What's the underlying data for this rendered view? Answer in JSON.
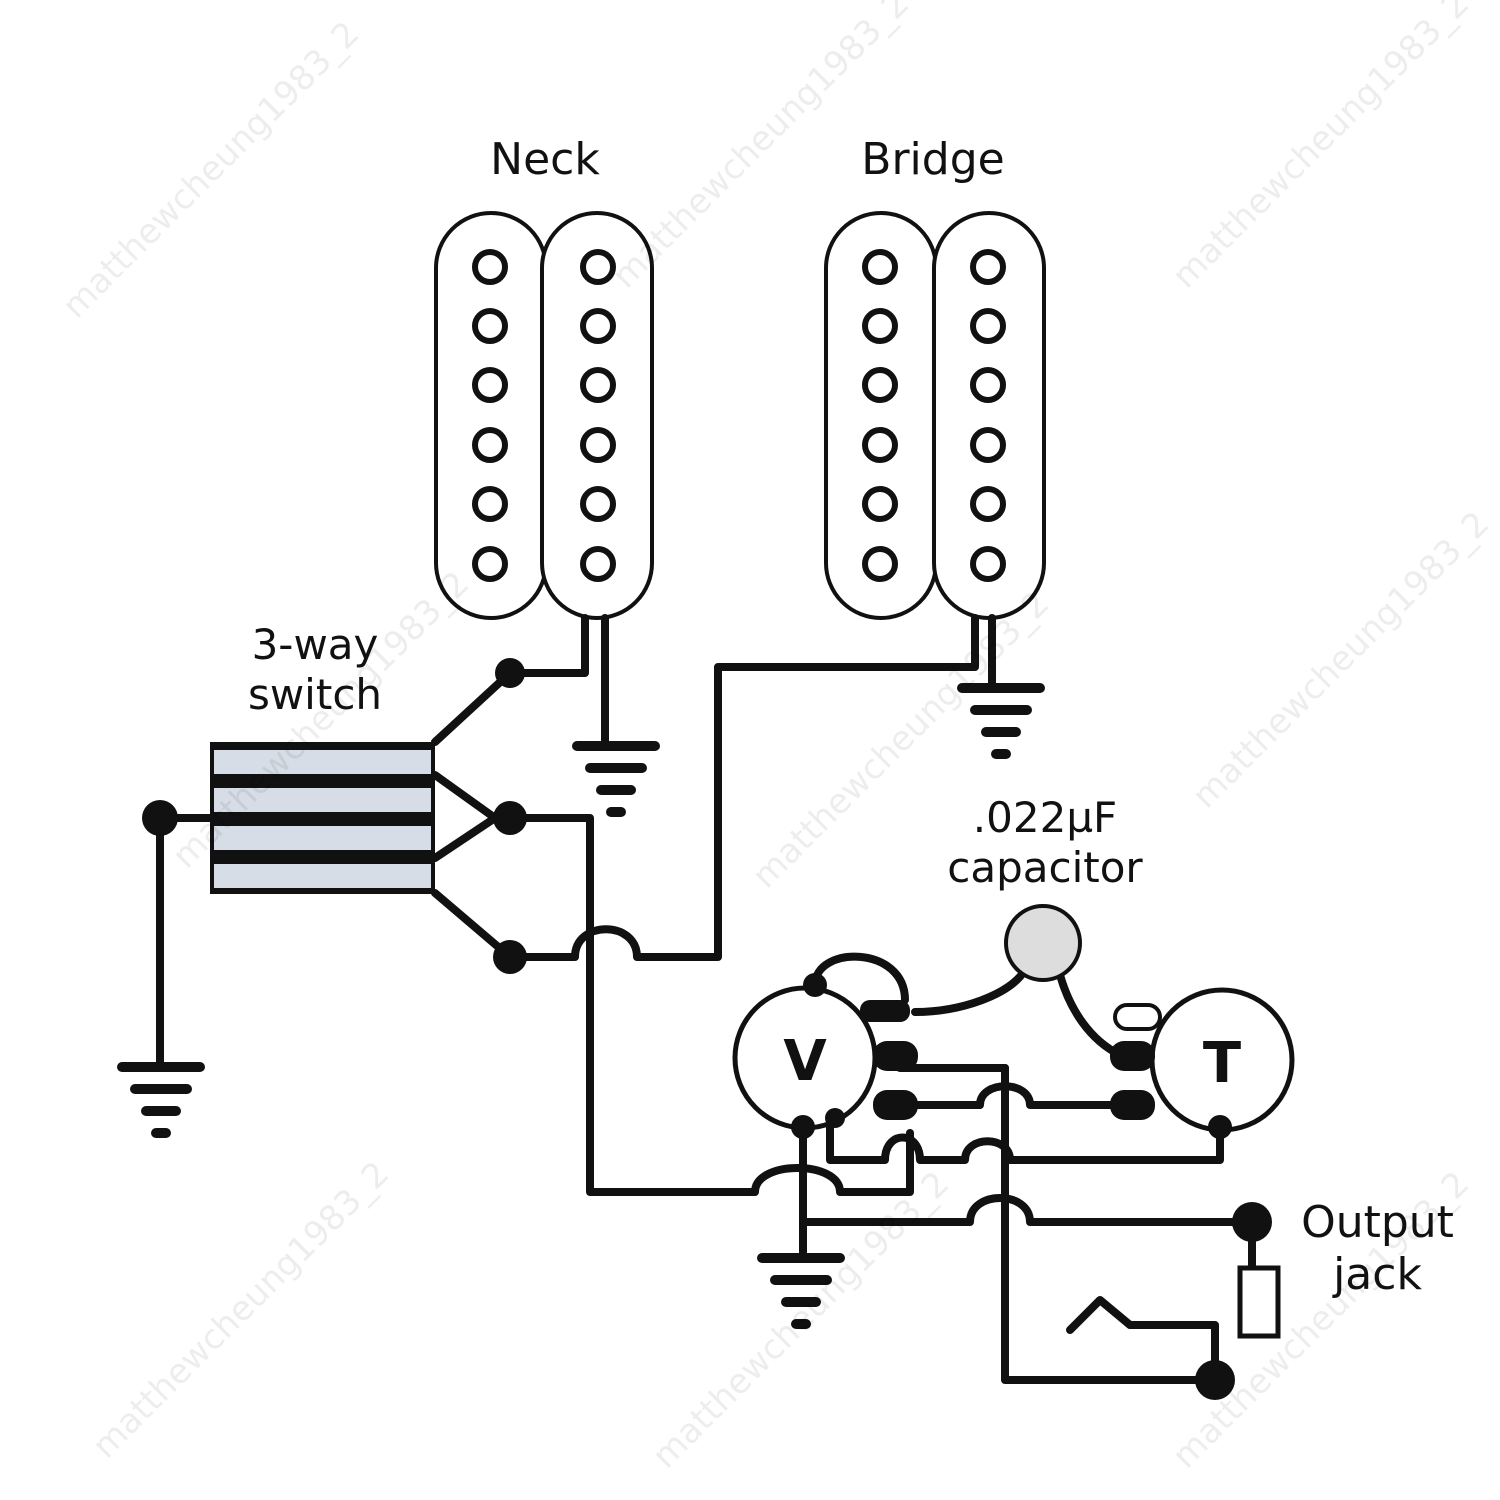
{
  "labels": {
    "neck": "Neck",
    "bridge": "Bridge",
    "switch_line1": "3-way",
    "switch_line2": "switch",
    "capacitor_value": ".022µF",
    "capacitor_word": "capacitor",
    "volume_pot": "V",
    "tone_pot": "T",
    "output_line1": "Output",
    "output_line2": "jack"
  },
  "watermark": "matthewcheung1983_2",
  "components": {
    "pickups": [
      "neck-humbucker",
      "bridge-humbucker"
    ],
    "pole_pieces_per_coil": 6,
    "switch_lugs": 4,
    "ground_symbols": 4
  },
  "colors": {
    "wire": "#111111",
    "capacitor_fill": "#dddddd",
    "switch_fill": "#d6dde6",
    "background": "#ffffff"
  }
}
